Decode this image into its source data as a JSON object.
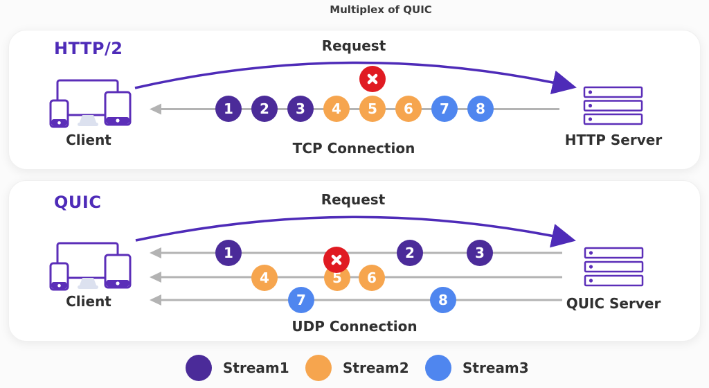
{
  "title": "Multiplex of QUIC",
  "colors": {
    "stream1": "#4B2B99",
    "stream2": "#F6A54E",
    "stream3": "#4F86EF",
    "error": "#E01B22",
    "accent_purple": "#4E2BB8",
    "icon_purple": "#5B2EB8",
    "line_gray": "#B3B3B3",
    "text_dark": "#303030"
  },
  "icons": {
    "client": "devices-icon",
    "server": "server-rack-icon",
    "error": "x-mark-icon",
    "request": "curved-arrow-icon",
    "connection": "left-arrow-line-icon"
  },
  "panels": [
    {
      "protocol": "HTTP/2",
      "request_label": "Request",
      "connection_label": "TCP Connection",
      "client_label": "Client",
      "server_label": "HTTP Server",
      "lost_packet": "5",
      "packets": [
        {
          "label": "1",
          "stream": "stream1"
        },
        {
          "label": "2",
          "stream": "stream1"
        },
        {
          "label": "3",
          "stream": "stream1"
        },
        {
          "label": "4",
          "stream": "stream2"
        },
        {
          "label": "5",
          "stream": "stream2"
        },
        {
          "label": "6",
          "stream": "stream2"
        },
        {
          "label": "7",
          "stream": "stream3"
        },
        {
          "label": "8",
          "stream": "stream3"
        }
      ]
    },
    {
      "protocol": "QUIC",
      "request_label": "Request",
      "connection_label": "UDP Connection",
      "client_label": "Client",
      "server_label": "QUIC Server",
      "lost_packet": "5",
      "packets": [
        {
          "label": "1",
          "stream": "stream1",
          "line": "1"
        },
        {
          "label": "2",
          "stream": "stream1",
          "line": "1"
        },
        {
          "label": "3",
          "stream": "stream1",
          "line": "1"
        },
        {
          "label": "4",
          "stream": "stream2",
          "line": "2"
        },
        {
          "label": "5",
          "stream": "stream2",
          "line": "2"
        },
        {
          "label": "6",
          "stream": "stream2",
          "line": "2"
        },
        {
          "label": "7",
          "stream": "stream3",
          "line": "3"
        },
        {
          "label": "8",
          "stream": "stream3",
          "line": "3"
        }
      ]
    }
  ],
  "legend": [
    {
      "label": "Stream1",
      "stream": "stream1"
    },
    {
      "label": "Stream2",
      "stream": "stream2"
    },
    {
      "label": "Stream3",
      "stream": "stream3"
    }
  ]
}
